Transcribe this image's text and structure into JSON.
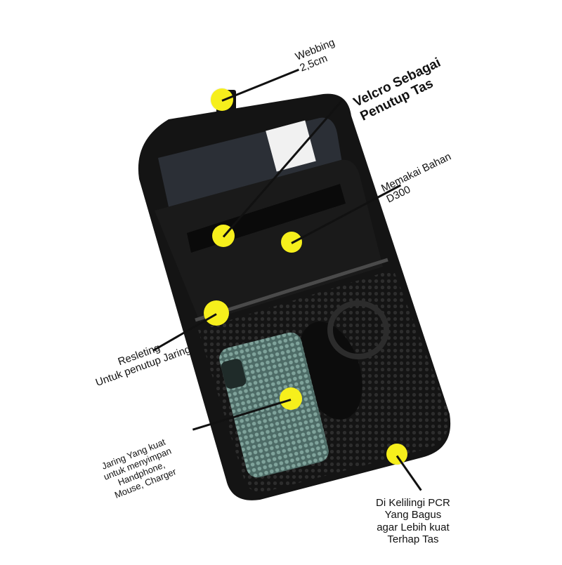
{
  "colors": {
    "marker": "#f6ef1c",
    "bag": "#141414",
    "leader_line": "#111111",
    "phone": "#5b7a74"
  },
  "image": {
    "subject": "black organizer bag with mesh pocket, annotated with yellow callout markers"
  },
  "callouts": [
    {
      "id": "webbing",
      "text": "Webbing\n2,5cm"
    },
    {
      "id": "velcro",
      "text": "Velcro Sebagai\nPenutup Tas"
    },
    {
      "id": "bahan",
      "text": "Memakai Bahan\nD300"
    },
    {
      "id": "resleting",
      "text": "Resleting\nUntuk penutup Jaring"
    },
    {
      "id": "jaring",
      "text": "Jaring Yang kuat\nuntuk menyimpan\nHandphone,\nMouse, Charger"
    },
    {
      "id": "pcr",
      "text": "Di Kelilingi PCR\nYang Bagus\nagar Lebih kuat\nTerhap Tas"
    }
  ]
}
